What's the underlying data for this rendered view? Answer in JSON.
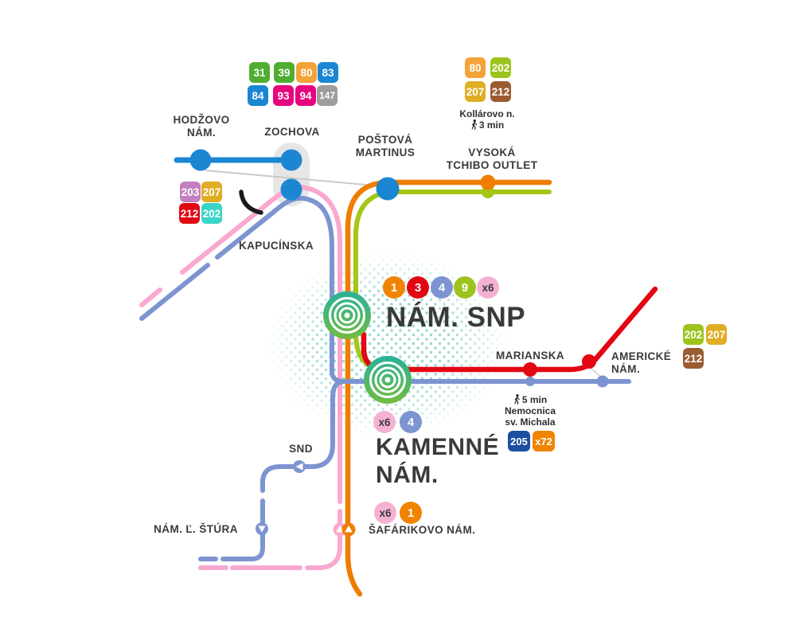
{
  "palette": {
    "line_blue": "#1b86d2",
    "line_pink": "#f9a8d0",
    "line_periwinkle": "#7d94d1",
    "line_orange": "#ef7d00",
    "line_lime": "#a4c614",
    "line_red": "#e30613",
    "halftone_teal": "#2fb4a0",
    "hub_gradient_top": "#27b29a",
    "hub_gradient_bottom": "#74bb40",
    "badge_green": "#4fae32",
    "badge_light_orange": "#f4a339",
    "badge_blue": "#1b86d2",
    "badge_magenta": "#e6057f",
    "badge_gray": "#9d9d9c",
    "badge_plum": "#c47fbe",
    "badge_gold": "#dfae24",
    "badge_red": "#e30613",
    "badge_cyan": "#38d5c8",
    "badge_lime": "#9cc41c",
    "badge_brown": "#9a5c32",
    "badge_navy": "#1c4f9f",
    "badge_orange": "#f08300",
    "badge_pink": "#f5b1d3",
    "label_color": "#3a3a3a"
  },
  "stations": {
    "hodzovo": {
      "line1": "HODŽOVO",
      "line2": "NÁM."
    },
    "zochova": {
      "label": "ZOCHOVA"
    },
    "postova": {
      "line1": "POŠTOVÁ",
      "line2": "MARTINUS"
    },
    "vysoka": {
      "line1": "VYSOKÁ",
      "line2": "TCHIBO OUTLET"
    },
    "kapucinska": {
      "label": "KAPUCÍNSKA"
    },
    "nam_snp": {
      "label": "NÁM. SNP"
    },
    "marianska": {
      "label": "MARIANSKA"
    },
    "americke": {
      "line1": "AMERICKÉ",
      "line2": "NÁM."
    },
    "kamenne": {
      "line1": "KAMENNÉ",
      "line2": "NÁM."
    },
    "snd": {
      "label": "SND"
    },
    "stura": {
      "label": "NÁM. Ľ. ŠTÚRA"
    },
    "safarikovo": {
      "label": "ŠAFÁRIKOVO NÁM."
    }
  },
  "notes": {
    "kollarovo": {
      "line1": "Kollárovo n.",
      "line2": "3 min"
    },
    "nemocnica": {
      "line1": "5 min",
      "line2": "Nemocnica",
      "line3": "sv. Michala"
    }
  },
  "badge_groups": {
    "zochova_top": [
      {
        "label": "31",
        "color": "green"
      },
      {
        "label": "39",
        "color": "green"
      },
      {
        "label": "80",
        "color": "light_orange"
      },
      {
        "label": "83",
        "color": "blue"
      },
      {
        "label": "84",
        "color": "blue"
      },
      {
        "label": "93",
        "color": "magenta"
      },
      {
        "label": "94",
        "color": "magenta"
      },
      {
        "label": "147",
        "color": "gray"
      }
    ],
    "hodzovo_left": [
      {
        "label": "203",
        "color": "plum"
      },
      {
        "label": "207",
        "color": "gold"
      },
      {
        "label": "212",
        "color": "red"
      },
      {
        "label": "202",
        "color": "cyan"
      }
    ],
    "kollarovo_top": [
      {
        "label": "80",
        "color": "light_orange"
      },
      {
        "label": "202",
        "color": "lime"
      },
      {
        "label": "207",
        "color": "gold"
      },
      {
        "label": "212",
        "color": "brown"
      }
    ],
    "americke_right": [
      {
        "label": "202",
        "color": "lime"
      },
      {
        "label": "207",
        "color": "gold"
      },
      {
        "label": "212",
        "color": "brown"
      }
    ],
    "nemocnica_row": [
      {
        "label": "205",
        "color": "navy"
      },
      {
        "label": "x72",
        "color": "orange"
      }
    ],
    "nam_snp_routes": [
      {
        "label": "1",
        "color": "orange"
      },
      {
        "label": "3",
        "color": "red"
      },
      {
        "label": "4",
        "color": "periwinkle"
      },
      {
        "label": "9",
        "color": "lime"
      },
      {
        "label": "x6",
        "color": "pink"
      }
    ],
    "kamenne_routes": [
      {
        "label": "x6",
        "color": "pink"
      },
      {
        "label": "4",
        "color": "periwinkle"
      }
    ],
    "safarikovo_routes": [
      {
        "label": "x6",
        "color": "pink"
      },
      {
        "label": "1",
        "color": "orange"
      }
    ]
  }
}
